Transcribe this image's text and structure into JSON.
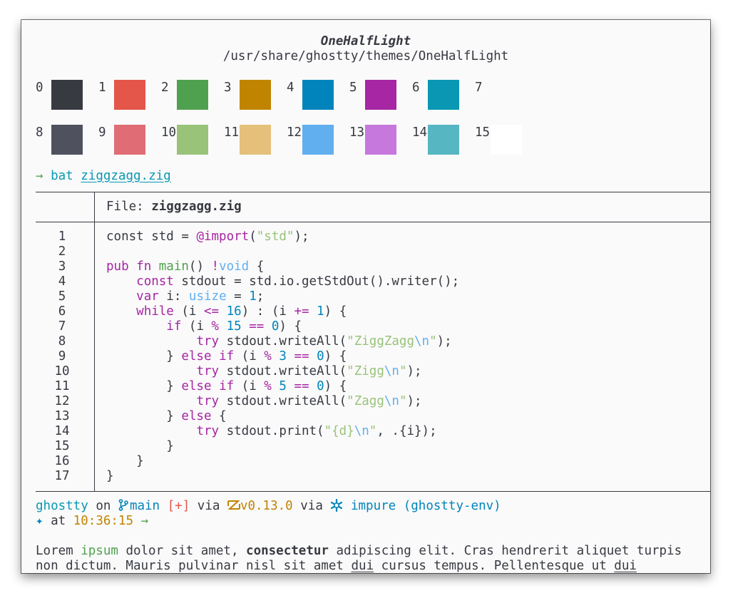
{
  "theme": {
    "name": "OneHalfLight",
    "path": "/usr/share/ghostty/themes/OneHalfLight"
  },
  "palette": [
    {
      "index": "0",
      "color": "#383a42"
    },
    {
      "index": "1",
      "color": "#e45649"
    },
    {
      "index": "2",
      "color": "#50a14f"
    },
    {
      "index": "3",
      "color": "#c18401"
    },
    {
      "index": "4",
      "color": "#0184bc"
    },
    {
      "index": "5",
      "color": "#a626a4"
    },
    {
      "index": "6",
      "color": "#0997b3"
    },
    {
      "index": "7",
      "color": "#fafafa"
    },
    {
      "index": "8",
      "color": "#4f525e"
    },
    {
      "index": "9",
      "color": "#e06c75"
    },
    {
      "index": "10",
      "color": "#98c379"
    },
    {
      "index": "11",
      "color": "#e5c07b"
    },
    {
      "index": "12",
      "color": "#61afef"
    },
    {
      "index": "13",
      "color": "#c678dd"
    },
    {
      "index": "14",
      "color": "#56b6c2"
    },
    {
      "index": "15",
      "color": "#ffffff"
    }
  ],
  "command": {
    "arrow": "→",
    "name": "bat",
    "arg": "ziggzagg.zig"
  },
  "file_header": {
    "label": "File:",
    "filename": "ziggzagg.zig"
  },
  "code": {
    "line_numbers": [
      "1",
      "2",
      "3",
      "4",
      "5",
      "6",
      "7",
      "8",
      "9",
      "10",
      "11",
      "12",
      "13",
      "14",
      "15",
      "16",
      "17"
    ],
    "lines": [
      [
        {
          "t": "const std = "
        },
        {
          "t": "@import",
          "c": "kw"
        },
        {
          "t": "("
        },
        {
          "t": "\"std\"",
          "c": "str"
        },
        {
          "t": ");"
        }
      ],
      [],
      [
        {
          "t": "pub ",
          "c": "kw"
        },
        {
          "t": "fn ",
          "c": "kw"
        },
        {
          "t": "main",
          "c": "fn"
        },
        {
          "t": "() "
        },
        {
          "t": "!",
          "c": "kw"
        },
        {
          "t": "void",
          "c": "typ"
        },
        {
          "t": " {"
        }
      ],
      [
        {
          "t": "    "
        },
        {
          "t": "const",
          "c": "kw"
        },
        {
          "t": " stdout = std.io.getStdOut().writer();"
        }
      ],
      [
        {
          "t": "    "
        },
        {
          "t": "var",
          "c": "kw"
        },
        {
          "t": " i: "
        },
        {
          "t": "usize",
          "c": "typ"
        },
        {
          "t": " = "
        },
        {
          "t": "1",
          "c": "num"
        },
        {
          "t": ";"
        }
      ],
      [
        {
          "t": "    "
        },
        {
          "t": "while",
          "c": "kw"
        },
        {
          "t": " (i "
        },
        {
          "t": "<=",
          "c": "kw"
        },
        {
          "t": " "
        },
        {
          "t": "16",
          "c": "num"
        },
        {
          "t": ") : (i "
        },
        {
          "t": "+=",
          "c": "kw"
        },
        {
          "t": " "
        },
        {
          "t": "1",
          "c": "num"
        },
        {
          "t": ") {"
        }
      ],
      [
        {
          "t": "        "
        },
        {
          "t": "if",
          "c": "kw"
        },
        {
          "t": " (i "
        },
        {
          "t": "%",
          "c": "kw"
        },
        {
          "t": " "
        },
        {
          "t": "15",
          "c": "num"
        },
        {
          "t": " "
        },
        {
          "t": "==",
          "c": "kw"
        },
        {
          "t": " "
        },
        {
          "t": "0",
          "c": "num"
        },
        {
          "t": ") {"
        }
      ],
      [
        {
          "t": "            "
        },
        {
          "t": "try",
          "c": "kw"
        },
        {
          "t": " stdout.writeAll("
        },
        {
          "t": "\"ZiggZagg",
          "c": "str"
        },
        {
          "t": "\\n",
          "c": "esc"
        },
        {
          "t": "\"",
          "c": "str"
        },
        {
          "t": ");"
        }
      ],
      [
        {
          "t": "        } "
        },
        {
          "t": "else",
          "c": "kw"
        },
        {
          "t": " "
        },
        {
          "t": "if",
          "c": "kw"
        },
        {
          "t": " (i "
        },
        {
          "t": "%",
          "c": "kw"
        },
        {
          "t": " "
        },
        {
          "t": "3",
          "c": "num"
        },
        {
          "t": " "
        },
        {
          "t": "==",
          "c": "kw"
        },
        {
          "t": " "
        },
        {
          "t": "0",
          "c": "num"
        },
        {
          "t": ") {"
        }
      ],
      [
        {
          "t": "            "
        },
        {
          "t": "try",
          "c": "kw"
        },
        {
          "t": " stdout.writeAll("
        },
        {
          "t": "\"Zigg",
          "c": "str"
        },
        {
          "t": "\\n",
          "c": "esc"
        },
        {
          "t": "\"",
          "c": "str"
        },
        {
          "t": ");"
        }
      ],
      [
        {
          "t": "        } "
        },
        {
          "t": "else",
          "c": "kw"
        },
        {
          "t": " "
        },
        {
          "t": "if",
          "c": "kw"
        },
        {
          "t": " (i "
        },
        {
          "t": "%",
          "c": "kw"
        },
        {
          "t": " "
        },
        {
          "t": "5",
          "c": "num"
        },
        {
          "t": " "
        },
        {
          "t": "==",
          "c": "kw"
        },
        {
          "t": " "
        },
        {
          "t": "0",
          "c": "num"
        },
        {
          "t": ") {"
        }
      ],
      [
        {
          "t": "            "
        },
        {
          "t": "try",
          "c": "kw"
        },
        {
          "t": " stdout.writeAll("
        },
        {
          "t": "\"Zagg",
          "c": "str"
        },
        {
          "t": "\\n",
          "c": "esc"
        },
        {
          "t": "\"",
          "c": "str"
        },
        {
          "t": ");"
        }
      ],
      [
        {
          "t": "        } "
        },
        {
          "t": "else",
          "c": "kw"
        },
        {
          "t": " {"
        }
      ],
      [
        {
          "t": "            "
        },
        {
          "t": "try",
          "c": "kw"
        },
        {
          "t": " stdout.print("
        },
        {
          "t": "\"{d}",
          "c": "str"
        },
        {
          "t": "\\n",
          "c": "esc"
        },
        {
          "t": "\"",
          "c": "str"
        },
        {
          "t": ", .{i});"
        }
      ],
      [
        {
          "t": "        }"
        }
      ],
      [
        {
          "t": "    }"
        }
      ],
      [
        {
          "t": "}"
        }
      ]
    ]
  },
  "prompt": {
    "dir": "ghostty",
    "on": "on",
    "branch_icon": "git-branch-icon",
    "branch": "main",
    "status": "[+]",
    "via1": "via",
    "zig_icon": "zig-icon",
    "zig_version": "v0.13.0",
    "via2": "via",
    "nix_icon": "nix-snowflake-icon",
    "nix_env": "impure (ghostty-env)",
    "star": "✦",
    "at": "at",
    "time": "10:36:15",
    "arrow": "→"
  },
  "lorem": {
    "l1": [
      {
        "t": "Lorem "
      },
      {
        "t": "ipsum",
        "s": "green"
      },
      {
        "t": " dolor sit amet, "
      },
      {
        "t": "consectetur",
        "s": "b"
      },
      {
        "t": " adipiscing elit. Cras hendrerit aliquet turpis"
      }
    ],
    "l2": [
      {
        "t": "non dictum. Mauris pulvinar nisl sit amet "
      },
      {
        "t": "dui",
        "s": "u"
      },
      {
        "t": " cursus tempus. Pellentesque ut "
      },
      {
        "t": "dui",
        "s": "u"
      }
    ]
  }
}
